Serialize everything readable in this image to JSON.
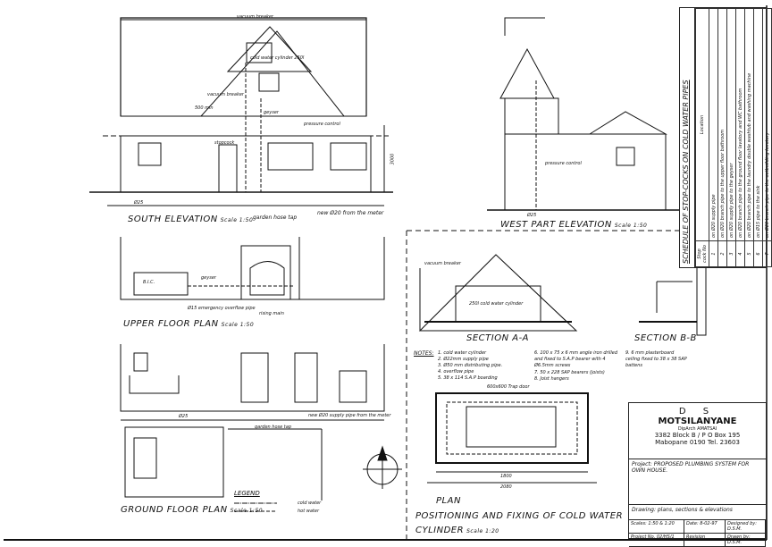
{
  "drawings": {
    "south_elevation": {
      "title": "SOUTH ELEVATION",
      "scale": "Scale 1:50",
      "labels": [
        "vacuum breaker",
        "cold water cylinder 250l",
        "vacuum breaker",
        "500 min",
        "geyser",
        "pressure control",
        "stopcock",
        "3000",
        "garden hose tap",
        "new Ø20 from the meter",
        "Ø25"
      ]
    },
    "west_elevation": {
      "title": "WEST PART ELEVATION",
      "scale": "Scale 1:50",
      "labels": [
        "pressure control",
        "Ø25"
      ]
    },
    "upper_floor_plan": {
      "title": "UPPER FLOOR PLAN",
      "scale": "Scale 1:50",
      "labels": [
        "B.I.C.",
        "geyser",
        "Ø15 emergency overflow pipe",
        "rising main"
      ]
    },
    "ground_floor_plan": {
      "title": "GROUND FLOOR PLAN",
      "scale": "Scale 1:50",
      "labels": [
        "garden hose tap",
        "new Ø20 supply pipe from the meter",
        "Ø25"
      ]
    },
    "section_aa": {
      "title": "SECTION A-A",
      "labels": [
        "vacuum breaker",
        "250l cold water cylinder"
      ]
    },
    "section_bb": {
      "title": "SECTION B-B"
    },
    "plan": {
      "title": "PLAN",
      "labels": [
        "600x600 Trap door",
        "1800",
        "2080"
      ]
    },
    "cylinder_title": {
      "line1": "POSITIONING AND FIXING OF COLD WATER",
      "line2": "CYLINDER",
      "scale": "Scale 1:20"
    }
  },
  "legend": {
    "title": "LEGEND",
    "items": [
      {
        "label": "cold water"
      },
      {
        "label": "hot water"
      }
    ]
  },
  "notes": {
    "heading": "NOTES:",
    "items": [
      "1. cold water cylinder",
      "2. Ø22mm supply pipe",
      "3. Ø50 mm distributing pipe.",
      "4. overflow pipe",
      "5. 38 x 114 S.A.P boarding",
      "6. 100 x 75 x 6 mm angle iron drilled and fixed to S.A.P bearer with 4 Ø6.5mm screws",
      "7. 50 x 228 SAP bearers (joists)",
      "8. Joist hangers",
      "9. 6 mm plasterboard ceiling fixed to 38 x 38 SAP battens"
    ]
  },
  "schedule": {
    "title": "SCHEDULE OF STOP-COCKS ON COLD WATER PIPES",
    "col_no": "Stop cock No",
    "col_location": "Location",
    "rows": [
      {
        "no": "1",
        "location": "on Ø20 supply pipe"
      },
      {
        "no": "2",
        "location": "on Ø20 branch pipe to the upper floor bathroom"
      },
      {
        "no": "3",
        "location": "on Ø20 supply pipe to the geyser"
      },
      {
        "no": "4",
        "location": "on Ø20 branch pipe to the ground floor lavatory and WC bathroom"
      },
      {
        "no": "5",
        "location": "on Ø20 branch pipe to the laundry double washtub and washing machine"
      },
      {
        "no": "6",
        "location": "on Ø15 pipe to the sink"
      },
      {
        "no": "7",
        "location": "on Ø20 branch pipe to the outbuilding lavatory"
      }
    ]
  },
  "title_block": {
    "logo_letters": "D  S",
    "firm": "MOTSILANYANE",
    "qualification": "DipArch AMATSAI",
    "address1": "3382 Block B / P O Box 195",
    "address2": "Mabopane 0190 Tel. 23603",
    "project": "Project: PROPOSED PLUMBING SYSTEM FOR OWN HOUSE.",
    "drawing": "Drawing: plans, sections & elevations",
    "scales": "Scales: 1:50 & 1:20",
    "date": "Date: 8-02-97",
    "designed_by": "Designed by: D.S.M.",
    "project_no": "Project No. 02/HS/1",
    "revision": "Revision",
    "drawn_by": "Drawn by: D.S.M."
  }
}
